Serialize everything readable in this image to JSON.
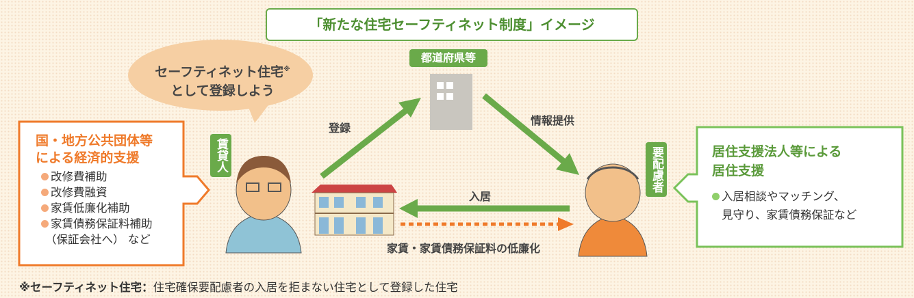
{
  "title": "「新たな住宅セーフティネット制度」イメージ",
  "bubble": {
    "line1": "セーフティネット住宅",
    "mark": "※",
    "line2": "として登録しよう"
  },
  "prefecture_label": "都道府県等",
  "landlord_label": "賃貸人",
  "tenant_label": "要配慮者",
  "arrows": {
    "register": "登録",
    "info": "情報提供",
    "move_in": "入居",
    "cost_reduction": "家賃・家賃債務保証料の低廉化"
  },
  "left_box": {
    "title_line1": "国・地方公共団体等",
    "title_line2": "による経済的支援",
    "items": [
      "改修費補助",
      "改修費融資",
      "家賃低廉化補助",
      "家賃債務保証料補助"
    ],
    "tail": "（保証会社へ） など"
  },
  "right_box": {
    "title_line1": "居住支援法人等による",
    "title_line2": "居住支援",
    "item_line1": "入居相談やマッチング、",
    "item_line2": "見守り、家賃債務保証など"
  },
  "footnote": {
    "label": "※セーフティネット住宅：",
    "text": "住宅確保要配慮者の入居を拒まない住宅として登録した住宅"
  },
  "colors": {
    "green": "#6aaa4a",
    "orange": "#ef7a2a",
    "bubble": "#f6cfa3"
  }
}
